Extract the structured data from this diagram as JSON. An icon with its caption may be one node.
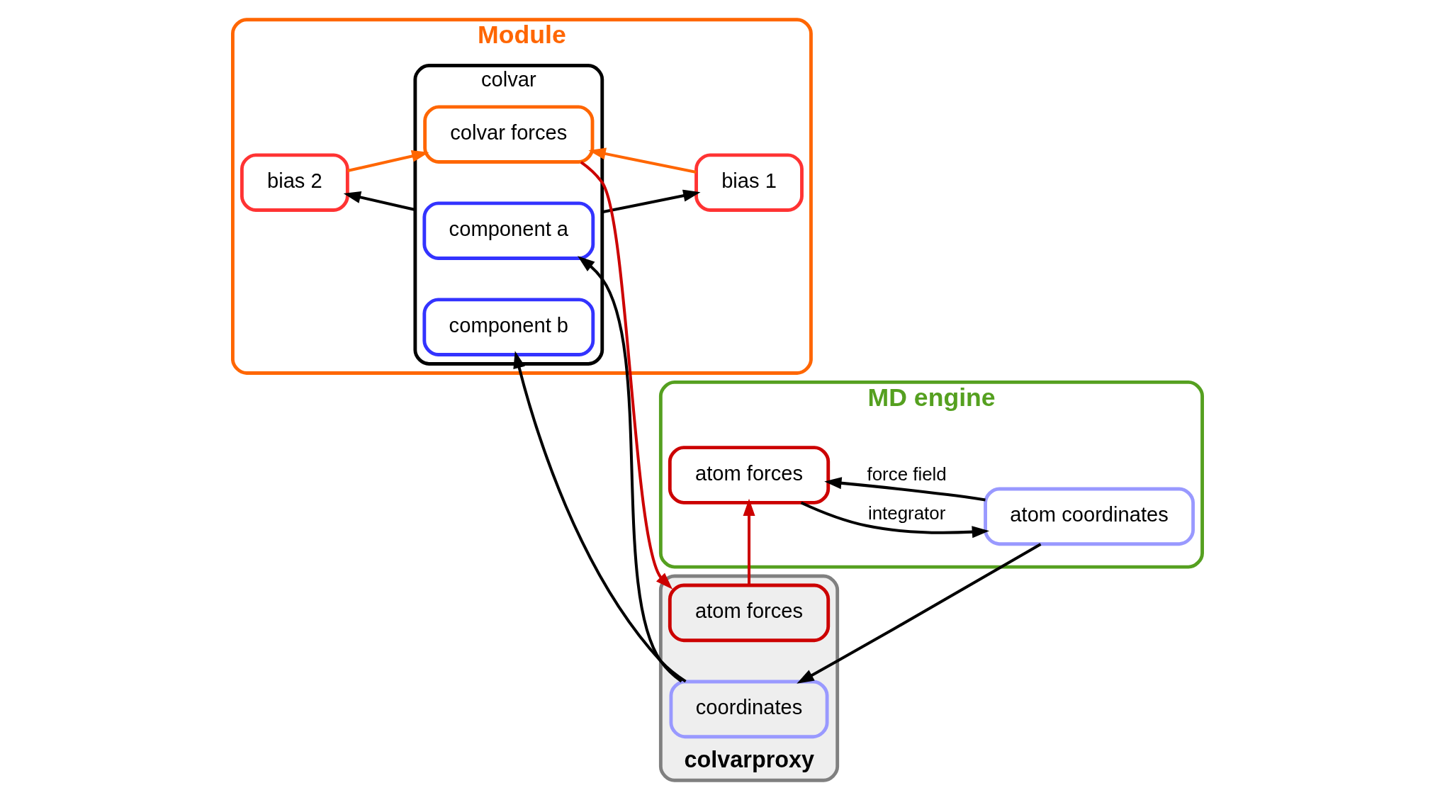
{
  "diagram": {
    "nodes": [
      {
        "text": [
          "Module"
        ]
      },
      {
        "text": [
          "bias 1"
        ],
        "in": 0
      },
      {
        "text": [
          "colvar"
        ],
        "in": 0
      },
      {
        "text": [
          "component a"
        ],
        "in": 2
      },
      {
        "text": [
          "component b"
        ],
        "in": 2
      },
      {
        "text": [
          "colvar forces"
        ],
        "in": 2
      },
      {
        "text": [
          "bias 2"
        ],
        "in": 0
      },
      {
        "text": [
          "MD engine"
        ]
      },
      {
        "text": [
          "colvarproxy"
        ]
      },
      {
        "text": [
          "coordinates"
        ],
        "in": 8
      },
      {
        "text": [
          "atom forces"
        ],
        "in": 8
      },
      {
        "text": [
          "atom coordinates"
        ],
        "in": 7
      },
      {
        "text": [
          "atom forces"
        ],
        "in": 7
      }
    ],
    "edges": [
      {
        "from": 2,
        "to": 1,
        "arrow": "to"
      },
      {
        "from": 2,
        "to": 6,
        "arrow": "to"
      },
      {
        "from": 9,
        "to": 3,
        "arrow": "to"
      },
      {
        "from": 9,
        "to": 4,
        "arrow": "to"
      },
      {
        "from": 11,
        "to": 9,
        "arrow": "to"
      },
      {
        "from": 1,
        "to": 5,
        "arrow": "to",
        "color": "#ff6600"
      },
      {
        "from": 6,
        "to": 5,
        "arrow": "to",
        "color": "#ff6600"
      },
      {
        "from": 5,
        "to": 10,
        "arrow": "to",
        "color": "#cc0000"
      },
      {
        "from": 10,
        "to": 12,
        "arrow": "to",
        "color": "#cc0000"
      },
      {
        "from": 11,
        "to": 12,
        "arrow": "to",
        "label": "force field"
      },
      {
        "from": 12,
        "to": 11,
        "arrow": "to",
        "label": "integrator"
      }
    ]
  }
}
